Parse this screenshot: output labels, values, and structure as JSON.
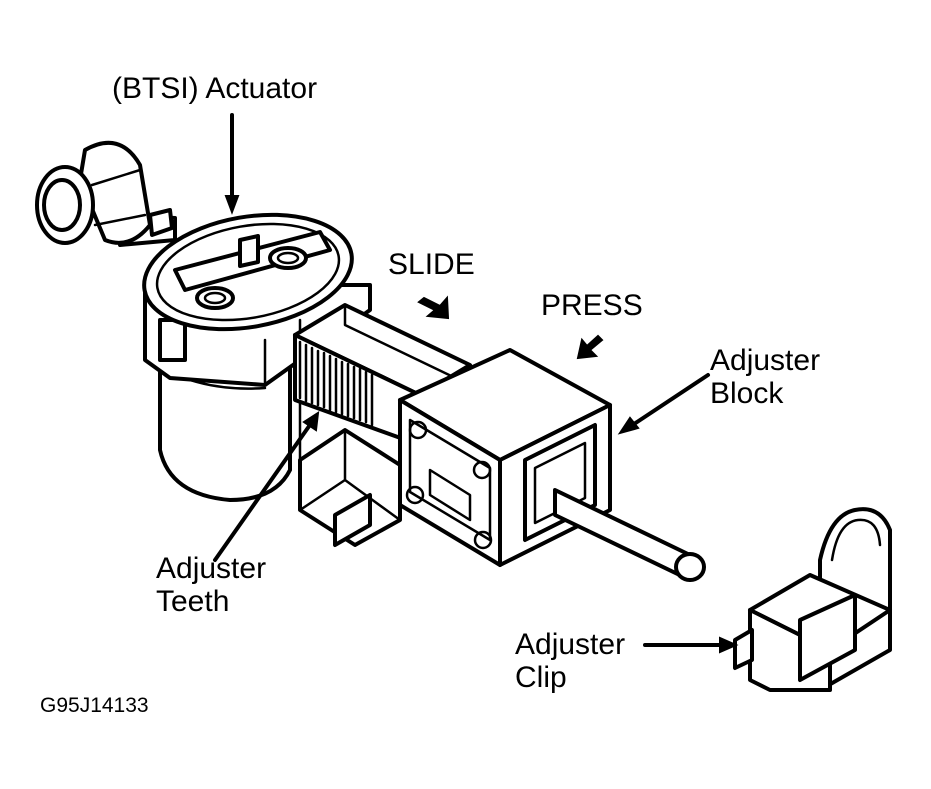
{
  "labels": {
    "actuator": "(BTSI) Actuator",
    "slide": "SLIDE",
    "press": "PRESS",
    "adjuster_block_line1": "Adjuster",
    "adjuster_block_line2": "Block",
    "adjuster_teeth_line1": "Adjuster",
    "adjuster_teeth_line2": "Teeth",
    "adjuster_clip_line1": "Adjuster",
    "adjuster_clip_line2": "Clip",
    "figure_code": "G95J14133"
  }
}
